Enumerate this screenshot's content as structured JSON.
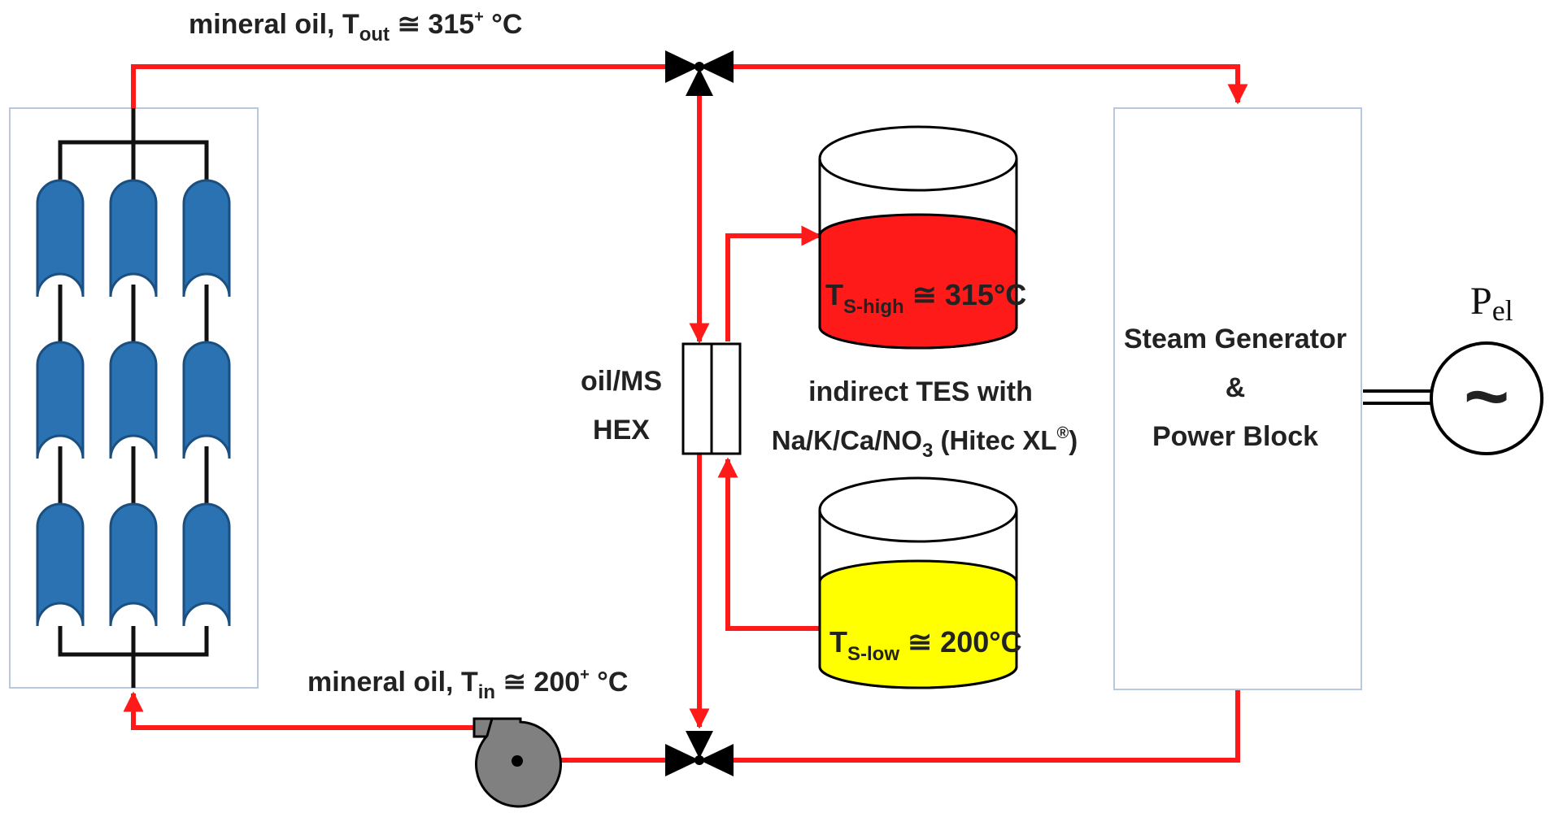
{
  "labels": {
    "oil_out": {
      "prefix": "mineral oil, T",
      "sub": "out",
      "mid": " ≅ 315",
      "sup": "+",
      "suffix": " °C"
    },
    "oil_in": {
      "prefix": "mineral oil, T",
      "sub": "in",
      "mid": " ≅ 200",
      "sup": "+",
      "suffix": " °C"
    },
    "hex": {
      "line1": "oil/MS",
      "line2": "HEX"
    },
    "tes": {
      "line1": "indirect TES with",
      "line2_a": "Na/K/Ca/NO",
      "line2_sub": "3",
      "line2_b": " (Hitec XL",
      "line2_sup": "®",
      "line2_c": ")"
    },
    "tank_hot": {
      "prefix": "T",
      "sub": "S-high",
      "value": " ≅ 315°C"
    },
    "tank_cold": {
      "prefix": "T",
      "sub": "S-low",
      "value": " ≅ 200°C"
    },
    "power_block": {
      "line1": "Steam Generator",
      "line2": "&",
      "line3": "Power Block"
    },
    "generator": {
      "symbol": "~",
      "pel_main": "P",
      "pel_sub": "el"
    }
  },
  "colors": {
    "pipe": "#ff1a1a",
    "collector": "#2b72b3",
    "collector_edge": "#1b4f80",
    "hot_salt": "#ff1a1a",
    "cold_salt": "#ffff00",
    "pump": "#808080",
    "frame": "#b8c8de"
  }
}
